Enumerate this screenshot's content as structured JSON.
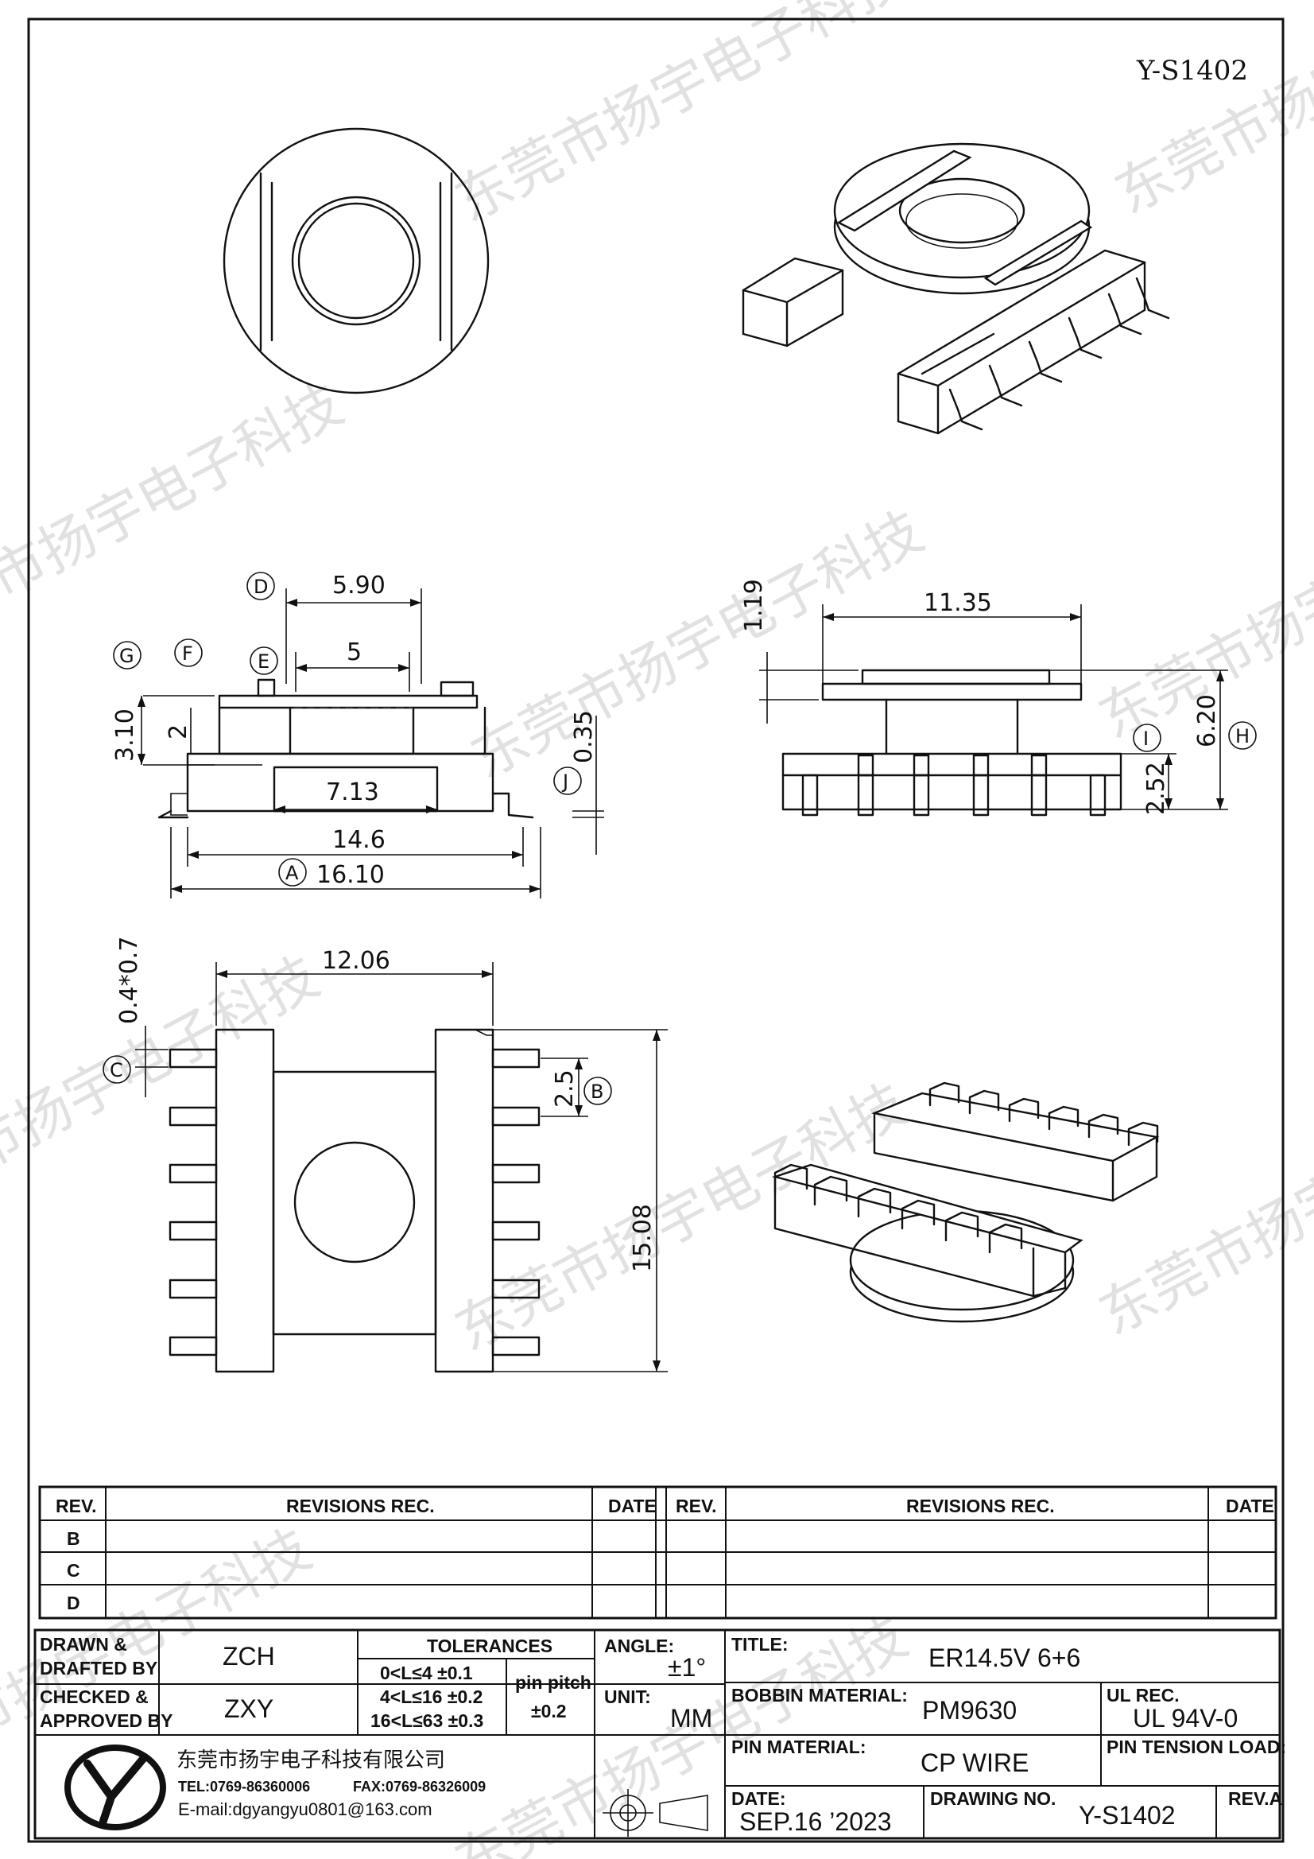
{
  "drawing_code_top": "Y-S1402",
  "watermark": "东莞市扬宇电子科技",
  "dimensions": {
    "d_590": "5.90",
    "d_5": "5",
    "d_2": "2",
    "d_310": "3.10",
    "d_035": "0.35",
    "d_713": "7.13",
    "d_146": "14.6",
    "d_1610": "16.10",
    "d_119": "1.19",
    "d_1135": "11.35",
    "d_620": "6.20",
    "d_252": "2.52",
    "d_1206": "12.06",
    "d_04x07": "0.4*0.7",
    "d_25": "2.5",
    "d_1508": "15.08"
  },
  "callouts": {
    "A": "A",
    "B": "B",
    "C": "C",
    "D": "D",
    "E": "E",
    "F": "F",
    "G": "G",
    "H": "H",
    "I": "I",
    "J": "J"
  },
  "revisions": {
    "rev_header": "REV.",
    "rec_header": "REVISIONS    REC.",
    "date_header": "DATE",
    "rows": [
      "B",
      "C",
      "D"
    ]
  },
  "title_block": {
    "drawn_label_1": "DRAWN  &",
    "drawn_label_2": "DRAFTED  BY",
    "drawn_value": "ZCH",
    "checked_label_1": "CHECKED  &",
    "checked_label_2": "APPROVED  BY",
    "checked_value": "ZXY",
    "tolerances_label": "TOLERANCES",
    "tol_1": "0<L≤4    ±0.1",
    "tol_2": "4<L≤16  ±0.2",
    "tol_3": "16<L≤63  ±0.3",
    "pin_pitch_label": "pin  pitch",
    "pin_pitch_value": "±0.2",
    "angle_label": "ANGLE:",
    "angle_value": "±1°",
    "unit_label": "UNIT:",
    "unit_value": "MM",
    "title_label": "TITLE:",
    "title_value": "ER14.5V  6+6",
    "bobbin_label": "BOBBIN  MATERIAL:",
    "bobbin_value": "PM9630",
    "ul_label": "UL  REC.",
    "ul_value": "UL  94V-0",
    "pin_material_label": "PIN  MATERIAL:",
    "pin_material_value": "CP  WIRE",
    "pin_tension_label": "PIN  TENSION  LOAD:",
    "date_label": "DATE:",
    "date_value": "SEP.16  ’2023",
    "drawing_no_label": "DRAWING  NO.",
    "drawing_no_value": "Y-S1402",
    "rev_label": "REV.A",
    "company_name": "东莞市扬宇电子科技有限公司",
    "tel": "TEL:0769-86360006",
    "fax": "FAX:0769-86326009",
    "email": "E-mail:dgyangyu0801@163.com",
    "logo_letters": "Y"
  }
}
